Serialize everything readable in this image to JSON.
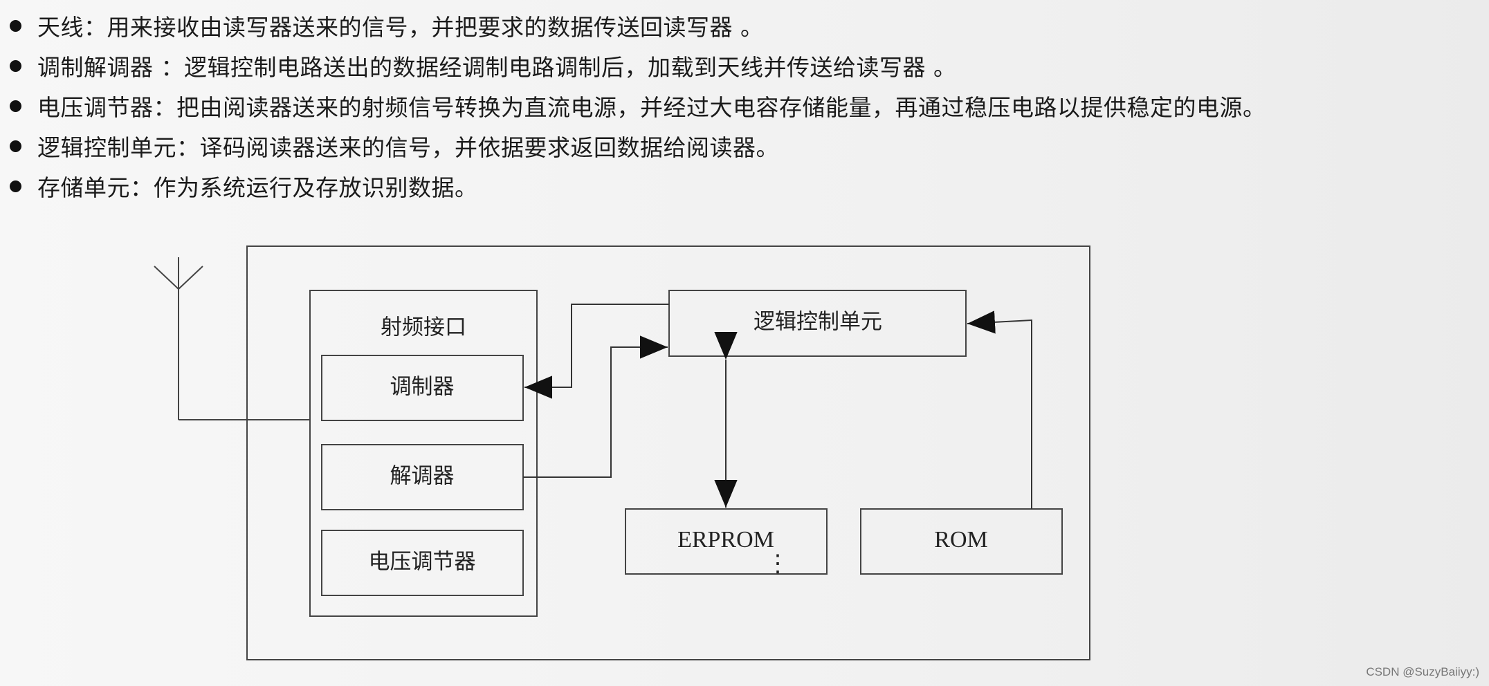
{
  "bullets": [
    {
      "text": "天线：用来接收由读写器送来的信号，并把要求的数据传送回读写器 。"
    },
    {
      "text": "调制解调器 ：逻辑控制电路送出的数据经调制电路调制后，加载到天线并传送给读写器 。"
    },
    {
      "text": "电压调节器：把由阅读器送来的射频信号转换为直流电源，并经过大电容存储能量，再通过稳压电路以提供稳定的电源。"
    },
    {
      "text": "逻辑控制单元：译码阅读器送来的信号，并依据要求返回数据给阅读器。"
    },
    {
      "text": "存储单元：作为系统运行及存放识别数据。"
    }
  ],
  "diagram": {
    "rf_interface_label": "射频接口",
    "modulator_label": "调制器",
    "demodulator_label": "解调器",
    "voltage_regulator_label": "电压调节器",
    "logic_control_label": "逻辑控制单元",
    "erprom_label": "ERPROM",
    "rom_label": "ROM",
    "erprom_dots": "⋮"
  },
  "watermark": "CSDN @SuzyBaiiyy:)"
}
